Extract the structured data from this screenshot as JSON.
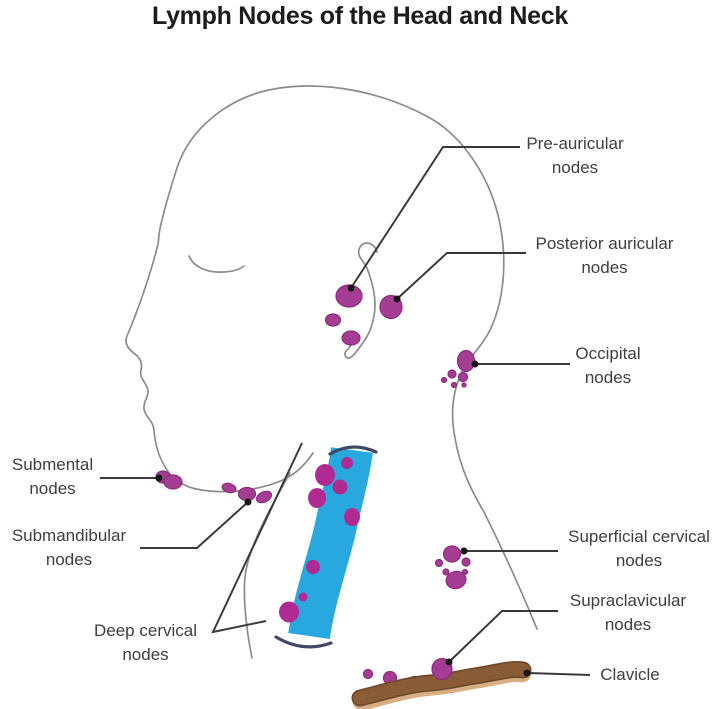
{
  "title": "Lymph Nodes of the Head and Neck",
  "labels": {
    "pre_auricular": {
      "line1": "Pre-auricular",
      "line2": "nodes"
    },
    "posterior_auricular": {
      "line1": "Posterior auricular",
      "line2": "nodes"
    },
    "occipital": {
      "line1": "Occipital",
      "line2": "nodes"
    },
    "superficial_cervical": {
      "line1": "Superficial cervical",
      "line2": "nodes"
    },
    "supraclavicular": {
      "line1": "Supraclavicular",
      "line2": "nodes"
    },
    "clavicle": {
      "line1": "Clavicle"
    },
    "submental": {
      "line1": "Submental",
      "line2": "nodes"
    },
    "submandibular": {
      "line1": "Submandibular",
      "line2": "nodes"
    },
    "deep_cervical": {
      "line1": "Deep cervical",
      "line2": "nodes"
    }
  },
  "node_groups": [
    {
      "name": "pre-auricular",
      "visible_nodes": 3
    },
    {
      "name": "posterior-auricular",
      "visible_nodes": 1
    },
    {
      "name": "occipital",
      "visible_nodes": 6
    },
    {
      "name": "submental",
      "visible_nodes": 2
    },
    {
      "name": "submandibular",
      "visible_nodes": 3
    },
    {
      "name": "deep-cervical",
      "visible_nodes": 8
    },
    {
      "name": "superficial-cervical",
      "visible_nodes": 6
    },
    {
      "name": "supraclavicular",
      "visible_nodes": 5
    }
  ],
  "colors": {
    "node_fill": "#a63d95",
    "node_fill_bright": "#b12a91",
    "node_stroke": "#8c2b7d",
    "vessel_blue": "#29a8df",
    "vessel_cap": "#3e4a63",
    "clavicle_brown": "#8a5c36",
    "clavicle_dark": "#6f4a2b",
    "clavicle_shadow": "#d5ae83",
    "outline_gray": "#8c8c8c",
    "leader_dark": "#3a3a3a",
    "dot_color": "#151515",
    "text_color": "#3f3f3f",
    "title_color": "#1c1c1c",
    "background": "#ffffff"
  }
}
